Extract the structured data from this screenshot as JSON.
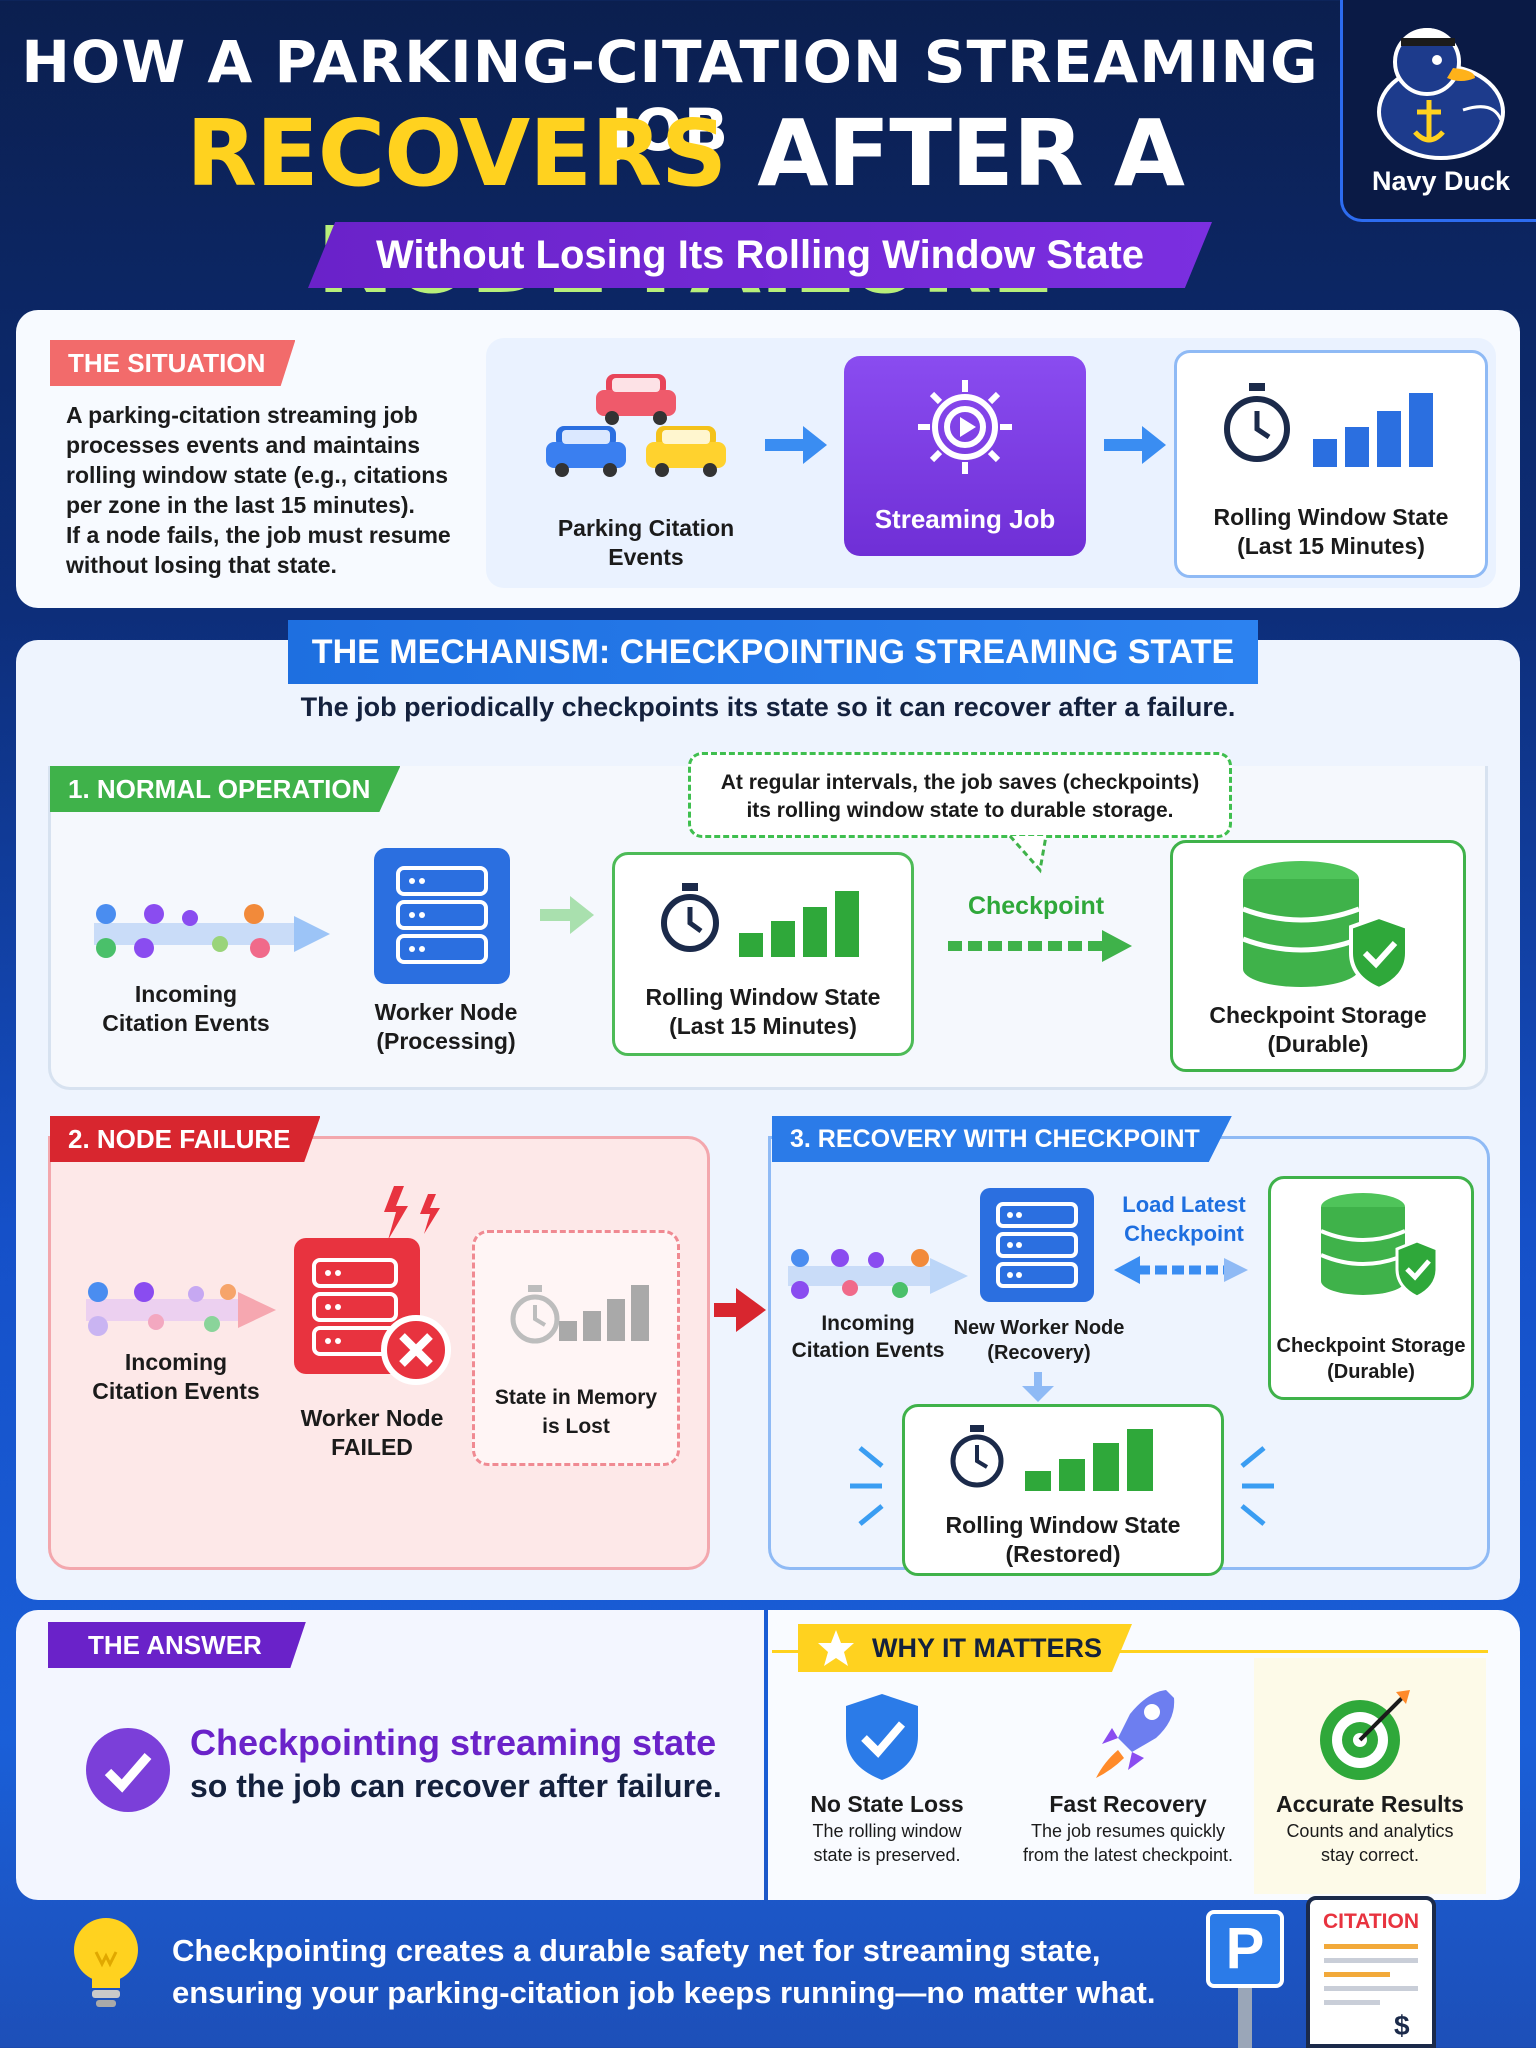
{
  "header": {
    "title_line1": "HOW A PARKING-CITATION STREAMING JOB",
    "title_line2_a": "RECOVERS",
    "title_line2_b": " AFTER A ",
    "title_line2_c": "NODE FAILURE",
    "subtitle": "Without Losing Its Rolling Window State",
    "logo_text": "Navy Duck"
  },
  "situation": {
    "tag": "THE SITUATION",
    "text_lines": [
      "A parking-citation streaming job",
      "processes events and maintains",
      "rolling window state (e.g., citations",
      "per zone in the last 15 minutes).",
      "If a node fails, the job must resume",
      "without losing that state."
    ],
    "events_label_1": "Parking Citation",
    "events_label_2": "Events",
    "job_label": "Streaming Job",
    "state_label_1": "Rolling Window State",
    "state_label_2": "(Last 15 Minutes)"
  },
  "mechanism": {
    "banner": "THE MECHANISM: CHECKPOINTING STREAMING STATE",
    "intro": "The job periodically checkpoints its state so it can recover after a failure.",
    "normal": {
      "tag": "1. NORMAL OPERATION",
      "note_1": "At regular intervals, the job saves (checkpoints)",
      "note_2": "its rolling window state to durable storage.",
      "incoming_1": "Incoming",
      "incoming_2": "Citation Events",
      "worker_1": "Worker Node",
      "worker_2": "(Processing)",
      "state_1": "Rolling Window State",
      "state_2": "(Last 15 Minutes)",
      "checkpoint_label": "Checkpoint",
      "storage_1": "Checkpoint Storage",
      "storage_2": "(Durable)"
    },
    "failure": {
      "tag": "2. NODE FAILURE",
      "incoming_1": "Incoming",
      "incoming_2": "Citation Events",
      "worker_1": "Worker Node",
      "worker_2": "FAILED",
      "state_1": "State in Memory",
      "state_2": "is Lost"
    },
    "recovery": {
      "tag": "3. RECOVERY WITH CHECKPOINT",
      "incoming_1": "Incoming",
      "incoming_2": "Citation Events",
      "worker_1": "New Worker Node",
      "worker_2": "(Recovery)",
      "load_1": "Load Latest",
      "load_2": "Checkpoint",
      "storage_1": "Checkpoint Storage",
      "storage_2": "(Durable)",
      "state_1": "Rolling Window State",
      "state_2": "(Restored)"
    }
  },
  "answer": {
    "tag": "THE ANSWER",
    "line1": "Checkpointing streaming state",
    "line2": "so the job can recover after failure."
  },
  "why": {
    "tag": "WHY IT MATTERS",
    "items": [
      {
        "title": "No State Loss",
        "desc1": "The rolling window",
        "desc2": "state is preserved."
      },
      {
        "title": "Fast Recovery",
        "desc1": "The job resumes quickly",
        "desc2": "from the latest checkpoint."
      },
      {
        "title": "Accurate Results",
        "desc1": "Counts and analytics",
        "desc2": "stay correct."
      }
    ]
  },
  "footer": {
    "line1": "Checkpointing creates a durable safety net for streaming state,",
    "line2": "ensuring your parking-citation job keeps running—no matter what.",
    "sign_letter": "P",
    "ticket_title": "CITATION",
    "ticket_symbol": "$"
  },
  "colors": {
    "purple": "#7b2fe0",
    "green": "#3fb24a",
    "red": "#e0313f",
    "blue": "#1e6fe0",
    "yellow": "#ffd21f"
  }
}
